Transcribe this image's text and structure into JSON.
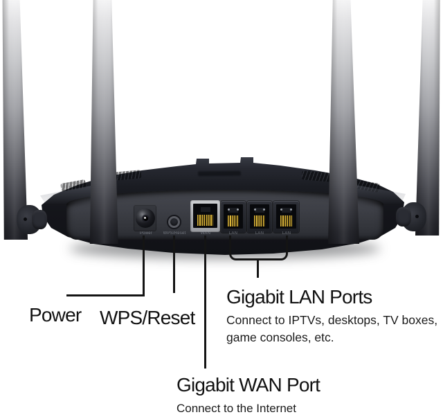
{
  "device": {
    "description": "wifi-router-rear-view",
    "port_labels": [
      "Power",
      "WPS/Reset",
      "WAN",
      "LAN",
      "LAN",
      "LAN"
    ]
  },
  "callouts": {
    "power": {
      "label": "Power"
    },
    "wps_reset": {
      "label": "WPS/Reset"
    },
    "lan": {
      "title": "Gigabit LAN Ports",
      "description_line1": "Connect to IPTVs, desktops, TV boxes,",
      "description_line2": "game consoles, etc."
    },
    "wan": {
      "title": "Gigabit WAN Port",
      "description": "Connect to the Internet"
    }
  },
  "colors": {
    "background": "#ffffff",
    "body": "#14151a",
    "back_panel": "#3a3c43",
    "antenna_top": "#f4f4f5",
    "antenna_bottom": "#1f2026",
    "wan_bezel": "#b3b5b9",
    "pin_gold": "#d9b33a",
    "callout_line": "#141414",
    "text": "#111111"
  }
}
